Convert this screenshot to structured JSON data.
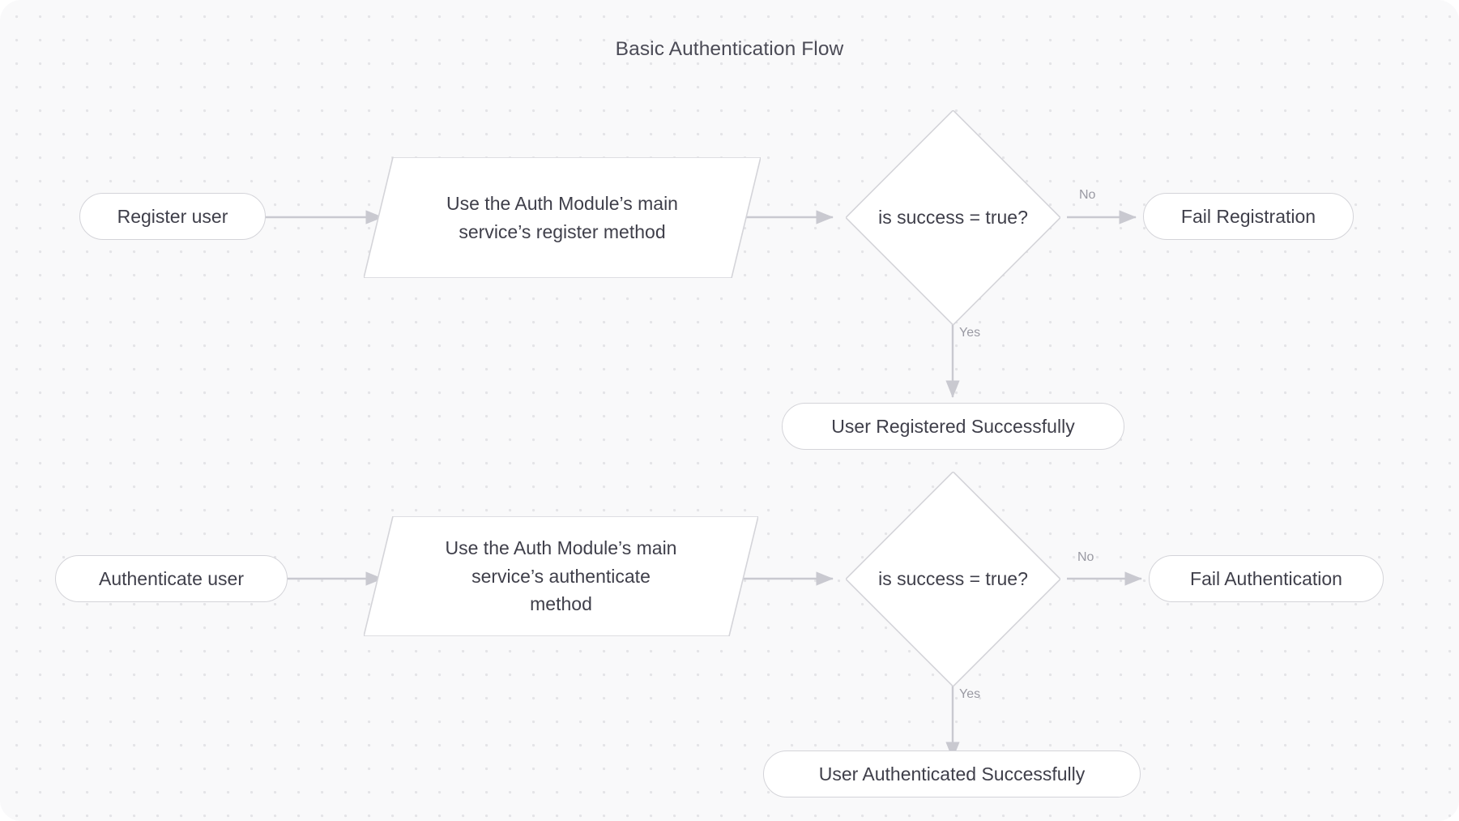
{
  "diagram": {
    "title": "Basic Authentication Flow",
    "background_color": "#f9f9fa",
    "dot_color": "#e4e4e7",
    "node_fill": "#ffffff",
    "node_border_color": "#d4d4d9",
    "node_text_color": "#3f3f4a",
    "edge_color": "#c9c9d0",
    "edge_label_color": "#9a9aa3"
  },
  "nodes": [
    {
      "id": "register-user",
      "shape": "stadium",
      "label": "Register user"
    },
    {
      "id": "register-process",
      "shape": "parallelogram",
      "label": "Use the Auth Module’s main\nservice’s register method"
    },
    {
      "id": "register-decision",
      "shape": "diamond",
      "label": "is success = true?"
    },
    {
      "id": "fail-registration",
      "shape": "stadium",
      "label": "Fail Registration"
    },
    {
      "id": "register-success",
      "shape": "stadium",
      "label": "User Registered Successfully"
    },
    {
      "id": "authenticate-user",
      "shape": "stadium",
      "label": "Authenticate user"
    },
    {
      "id": "authenticate-process",
      "shape": "parallelogram",
      "label": "Use the Auth Module’s main\nservice’s authenticate\nmethod"
    },
    {
      "id": "authenticate-decision",
      "shape": "diamond",
      "label": "is success = true?"
    },
    {
      "id": "fail-authentication",
      "shape": "stadium",
      "label": "Fail Authentication"
    },
    {
      "id": "authenticate-success",
      "shape": "stadium",
      "label": "User Authenticated Successfully"
    }
  ],
  "edges": [
    {
      "id": "e1",
      "from": "register-user",
      "to": "register-process",
      "label": ""
    },
    {
      "id": "e2",
      "from": "register-process",
      "to": "register-decision",
      "label": ""
    },
    {
      "id": "e3",
      "from": "register-decision",
      "to": "fail-registration",
      "label": "No"
    },
    {
      "id": "e4",
      "from": "register-decision",
      "to": "register-success",
      "label": "Yes"
    },
    {
      "id": "e5",
      "from": "authenticate-user",
      "to": "authenticate-process",
      "label": ""
    },
    {
      "id": "e6",
      "from": "authenticate-process",
      "to": "authenticate-decision",
      "label": ""
    },
    {
      "id": "e7",
      "from": "authenticate-decision",
      "to": "fail-authentication",
      "label": "No"
    },
    {
      "id": "e8",
      "from": "authenticate-decision",
      "to": "authenticate-success",
      "label": "Yes"
    }
  ],
  "edge_labels": {
    "register_no": "No",
    "register_yes": "Yes",
    "authenticate_no": "No",
    "authenticate_yes": "Yes"
  }
}
